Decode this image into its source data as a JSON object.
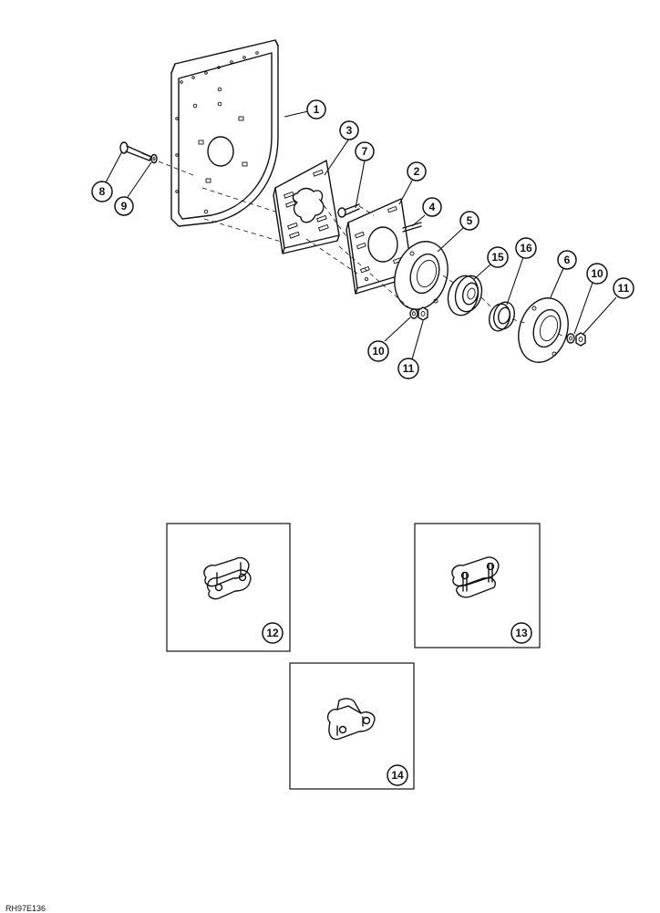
{
  "figure": {
    "reference_code": "RH97E136",
    "callouts": {
      "c1": "1",
      "c2": "2",
      "c3": "3",
      "c4": "4",
      "c5": "5",
      "c6": "6",
      "c7": "7",
      "c8": "8",
      "c9": "9",
      "c10a": "10",
      "c10b": "10",
      "c11a": "11",
      "c11b": "11",
      "c12": "12",
      "c13": "13",
      "c14": "14",
      "c15": "15",
      "c16": "16"
    }
  }
}
